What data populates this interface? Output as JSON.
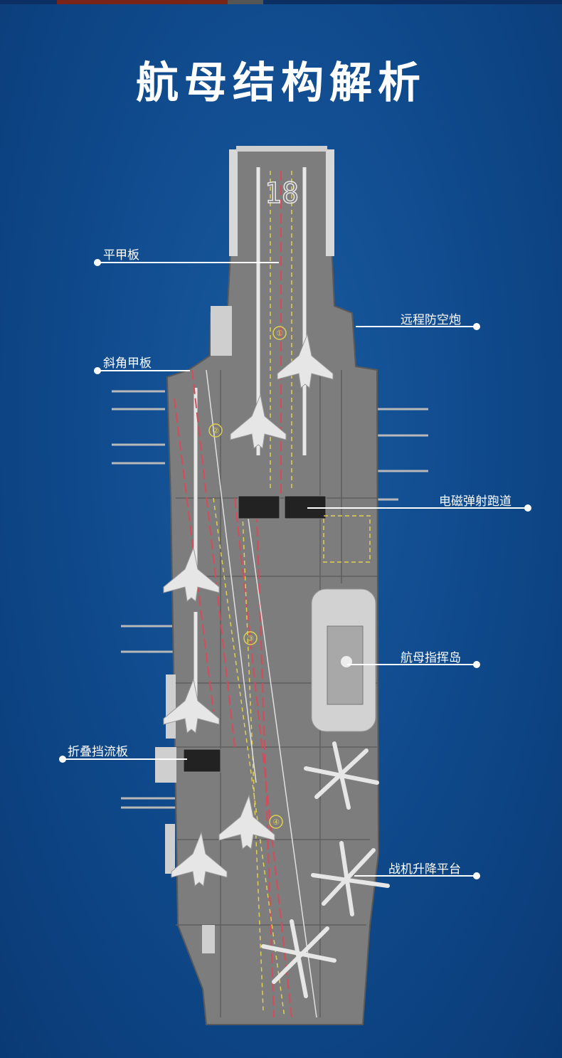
{
  "title": "航母结构解析",
  "deck_number": "18",
  "spot_markers": [
    "①",
    "②",
    "③",
    "④"
  ],
  "callouts": {
    "flat_deck": "平甲板",
    "angled_deck": "斜角甲板",
    "long_range_aa_gun": "远程防空炮",
    "em_catapult": "电磁弹射跑道",
    "command_island": "航母指挥岛",
    "folding_blast_deflector": "折叠挡流板",
    "aircraft_elevator": "战机升降平台"
  }
}
